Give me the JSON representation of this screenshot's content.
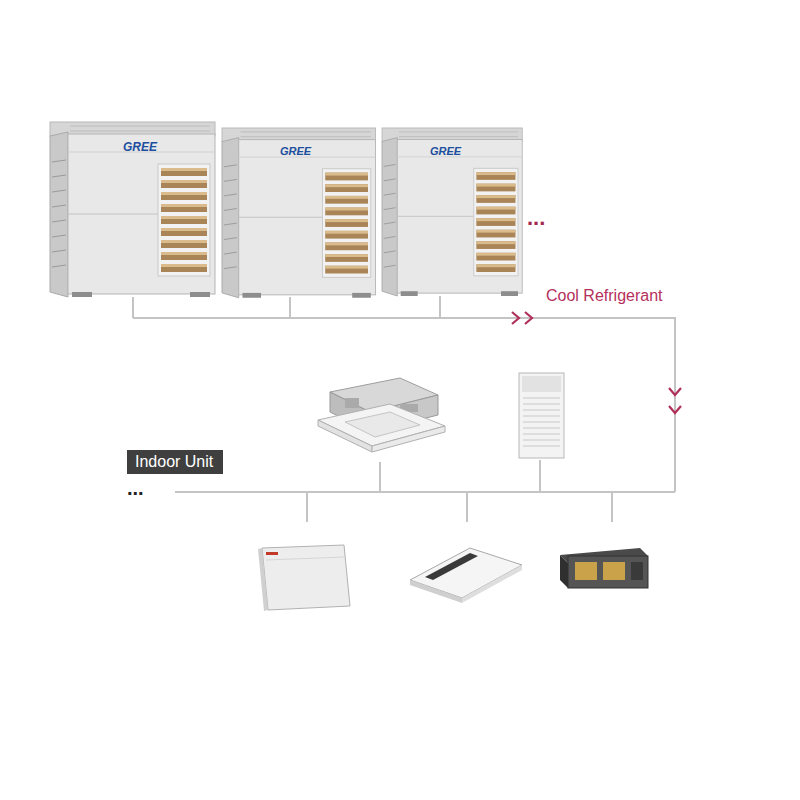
{
  "diagram": {
    "nodes": [
      {
        "text": [
          "Indoor Unit"
        ]
      }
    ],
    "labels": [
      "GREE",
      "GREE",
      "GREE",
      "...",
      "Cool Refrigerant",
      "..."
    ]
  }
}
